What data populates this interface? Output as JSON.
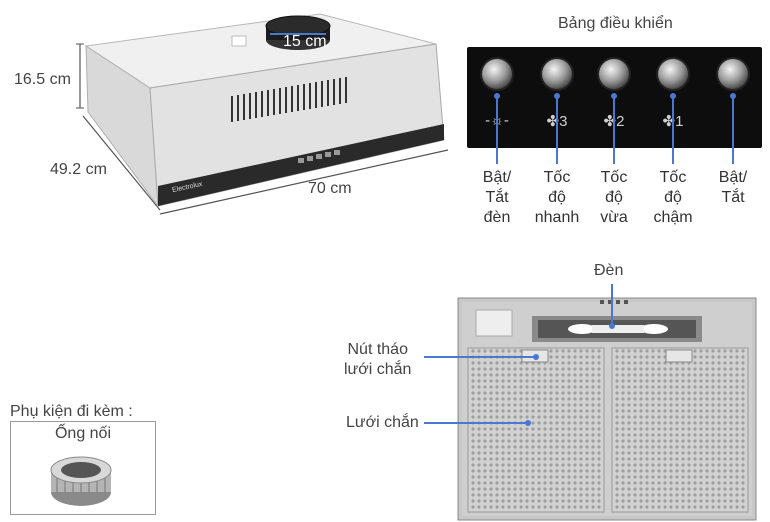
{
  "hood": {
    "brand": "Electrolux",
    "dim_height": "16.5 cm",
    "dim_depth": "49.2 cm",
    "dim_width": "70 cm",
    "dim_duct": "15 cm"
  },
  "panel": {
    "title": "Bảng điều khiển",
    "controls": [
      {
        "icon": "light-icon",
        "glyph": "-☼-",
        "label_lines": [
          "Bật/",
          "Tắt",
          "đèn"
        ]
      },
      {
        "icon": "fan-speed-3-icon",
        "glyph": "✤3",
        "label_lines": [
          "Tốc",
          "độ",
          "nhanh"
        ]
      },
      {
        "icon": "fan-speed-2-icon",
        "glyph": "✤2",
        "label_lines": [
          "Tốc",
          "độ",
          "vừa"
        ]
      },
      {
        "icon": "fan-speed-1-icon",
        "glyph": "✤1",
        "label_lines": [
          "Tốc",
          "độ",
          "chậm"
        ]
      },
      {
        "icon": "power-icon",
        "glyph": "⏽",
        "label_lines": [
          "Bật/",
          "Tắt"
        ]
      }
    ]
  },
  "underside": {
    "light_label": "Đèn",
    "filter_release_label": [
      "Nút tháo",
      "lưới chắn"
    ],
    "filter_label": "Lưới chắn"
  },
  "accessory": {
    "title": "Phụ kiện đi kèm :",
    "item": "Ống nối"
  }
}
